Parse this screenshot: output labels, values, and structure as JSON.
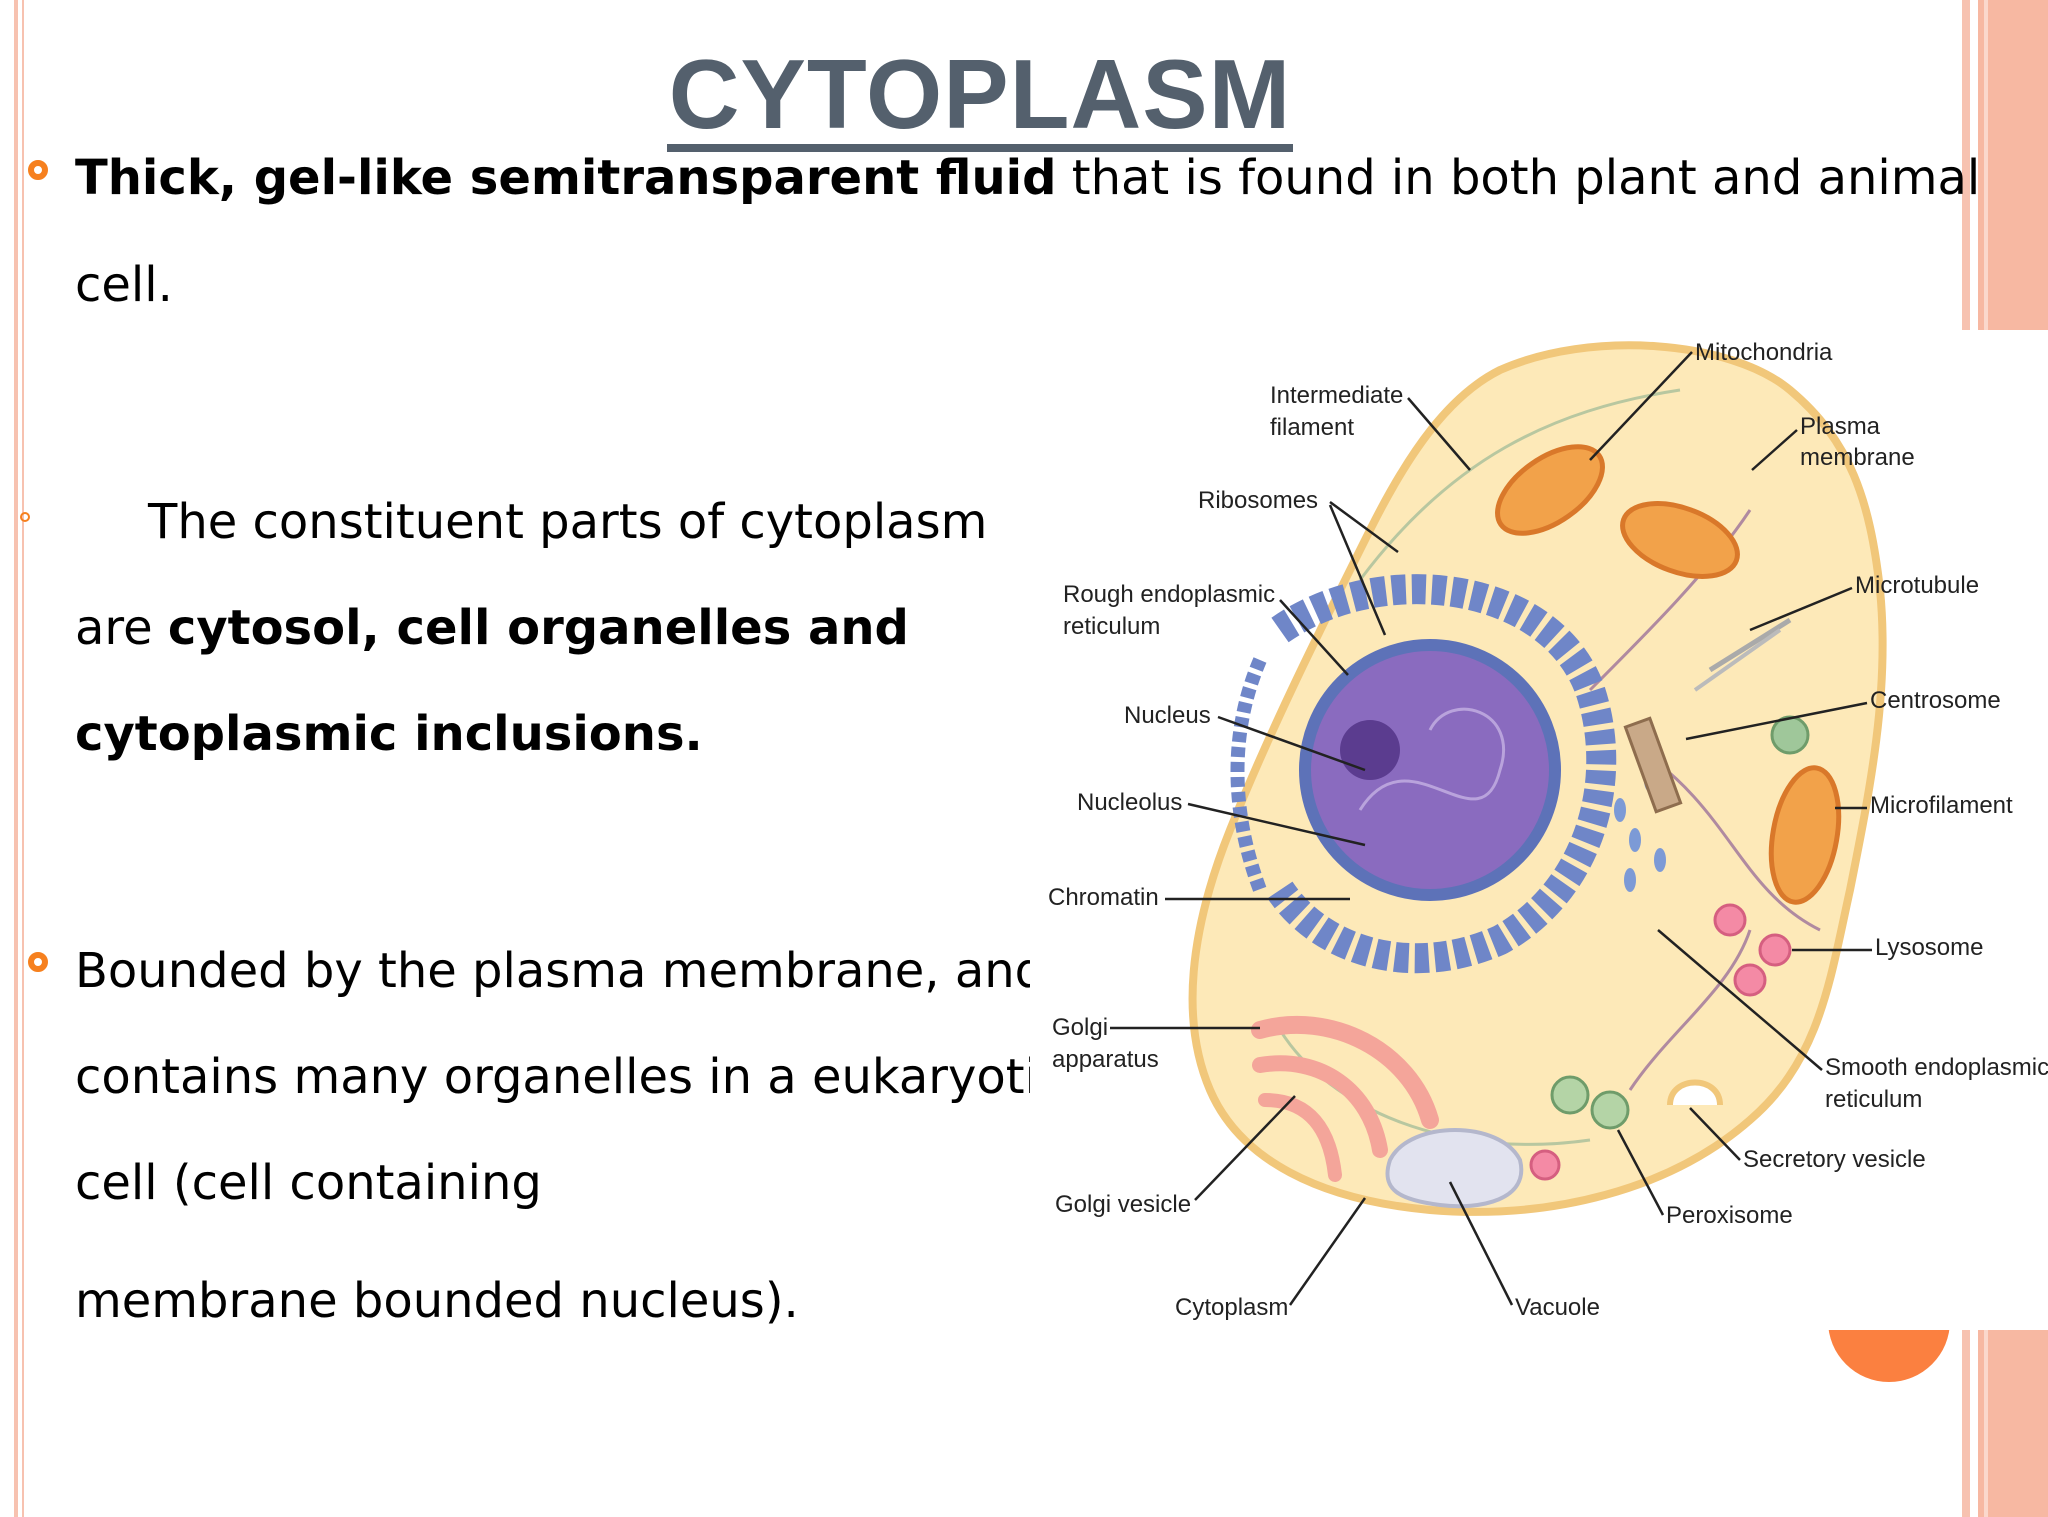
{
  "slide": {
    "title": "CYTOPLASM",
    "bullet1": {
      "bold": "Thick, gel-like semitransparent fluid",
      "rest": " that is found in both plant and animal",
      "line2": "cell."
    },
    "bullet2": {
      "line1": "The constituent parts of cytoplasm",
      "line2_prefix": "are ",
      "line2_bold": "cytosol, cell organelles and",
      "line3_bold": "cytoplasmic  inclusions."
    },
    "bullet3": {
      "line1": "Bounded by the plasma membrane, and",
      "line2": "contains many organelles in a eukaryotic",
      "line3": "cell (cell containing",
      "line4": "membrane bounded nucleus)."
    }
  },
  "diagram_labels": {
    "mitochondria": "Mitochondria",
    "intermediate_filament_1": "Intermediate",
    "intermediate_filament_2": "filament",
    "plasma_membrane_1": "Plasma",
    "plasma_membrane_2": "membrane",
    "ribosomes": "Ribosomes",
    "rough_er_1": "Rough endoplasmic",
    "rough_er_2": "reticulum",
    "microtubule": "Microtubule",
    "centrosome": "Centrosome",
    "nucleus": "Nucleus",
    "nucleolus": "Nucleolus",
    "microfilament": "Microfilament",
    "chromatin": "Chromatin",
    "lysosome": "Lysosome",
    "golgi_1": "Golgi",
    "golgi_2": "apparatus",
    "smooth_er_1": "Smooth endoplasmic",
    "smooth_er_2": "reticulum",
    "secretory_vesicle": "Secretory vesicle",
    "golgi_vesicle": "Golgi vesicle",
    "peroxisome": "Peroxisome",
    "cytoplasm": "Cytoplasm",
    "vacuole": "Vacuole"
  },
  "colors": {
    "title": "#54606d",
    "bullet": "#f6801e",
    "stripe": "#f7b8a2",
    "accent_circle": "#fb8040",
    "cytoplasm_fill": "#fde9b8",
    "nucleus_fill": "#8a6bbf",
    "er_fill": "#6f86c8",
    "mitochondria_fill": "#f2a24a"
  }
}
